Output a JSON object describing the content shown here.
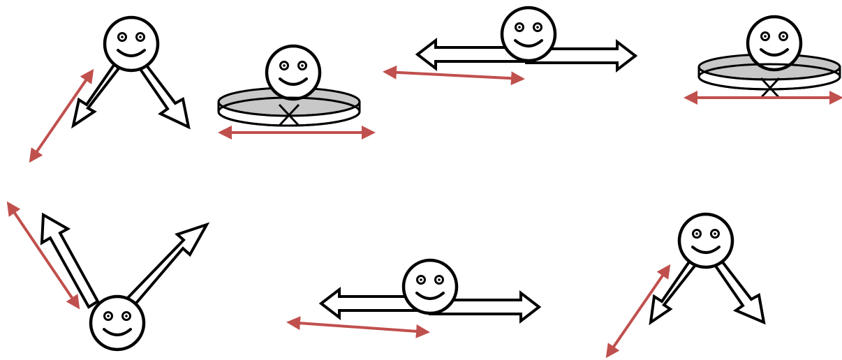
{
  "colors": {
    "background": "#ffffff",
    "outline": "#000000",
    "fill": "#ffffff",
    "ring_band": "#c8c8c8",
    "measure_arrow": "#c0504d"
  },
  "icons": {
    "face": "smiley-face-icon",
    "arm": "hollow-arrow-icon",
    "ring": "ring-icon",
    "measure": "double-headed-arrow-icon"
  },
  "figures": [
    {
      "name": "figure-face-two-arms-down",
      "pose": "arms-down-v"
    },
    {
      "name": "figure-face-ring",
      "pose": "ring"
    },
    {
      "name": "figure-face-horizontal-bar",
      "pose": "horizontal-arrows"
    },
    {
      "name": "figure-face-ring",
      "pose": "ring"
    },
    {
      "name": "figure-face-two-arms-up",
      "pose": "arms-up-v"
    },
    {
      "name": "figure-face-horizontal-bar",
      "pose": "horizontal-arrows"
    },
    {
      "name": "figure-face-two-arms-down",
      "pose": "arms-down-v"
    }
  ]
}
